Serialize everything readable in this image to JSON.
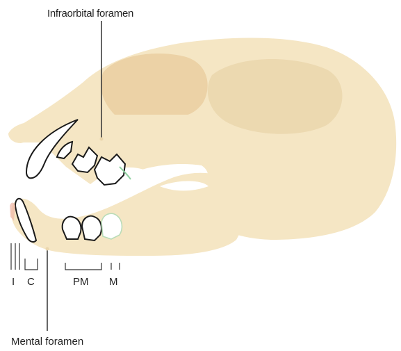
{
  "diagram": {
    "labels": {
      "infraorbital_foramen": "Infraorbital foramen",
      "mental_foramen": "Mental foramen",
      "incisors": "I",
      "canine": "C",
      "premolars": "PM",
      "molars": "M"
    },
    "colors": {
      "bone": "#f5e6c4",
      "bone_shadow": "#ead6ad",
      "orbit": "#ecd2a6",
      "opening": "#ffffff",
      "outline": "#1a1a1a",
      "leader": "#333333",
      "gum_tint": "#8fd1a0",
      "incisor_tint": "#f0b6a8"
    }
  }
}
